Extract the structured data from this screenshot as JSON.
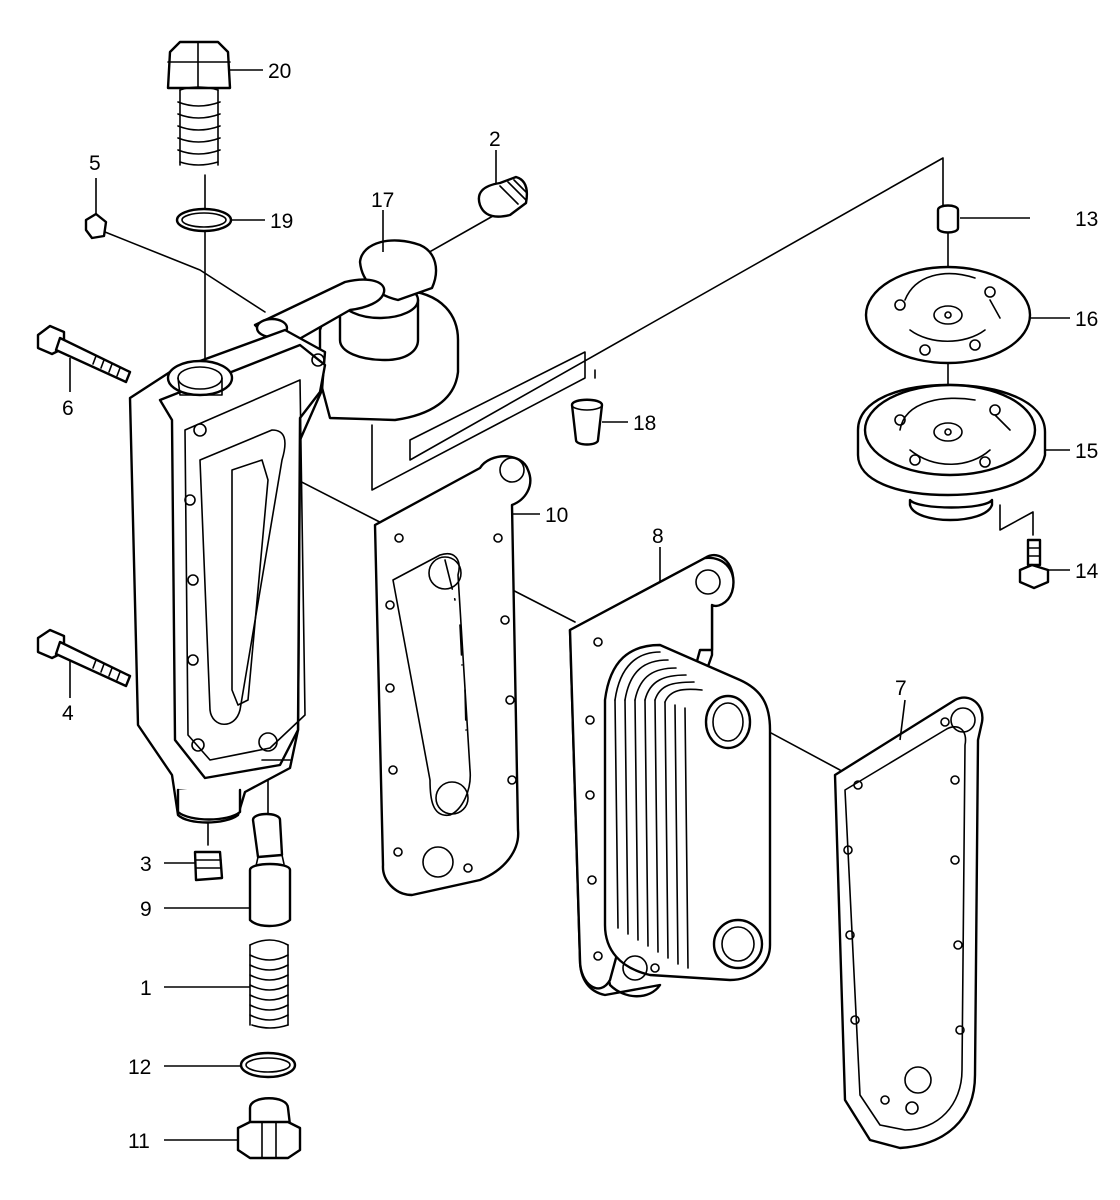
{
  "diagram": {
    "line_color": "#000000",
    "background": "#ffffff",
    "callouts": {
      "p1": "1",
      "p2": "2",
      "p3": "3",
      "p4": "4",
      "p5": "5",
      "p6": "6",
      "p7": "7",
      "p8": "8",
      "p9": "9",
      "p10": "10",
      "p11": "11",
      "p12": "12",
      "p13": "13",
      "p14": "14",
      "p15": "15",
      "p16": "16",
      "p17": "17",
      "p18": "18",
      "p19": "19",
      "p20": "20"
    }
  }
}
